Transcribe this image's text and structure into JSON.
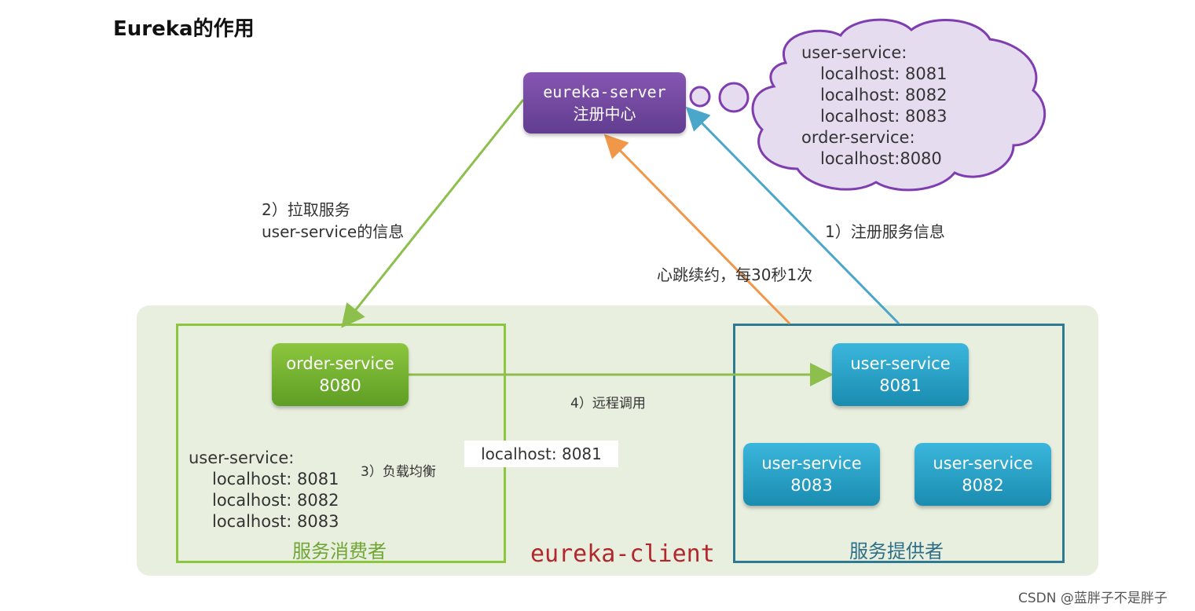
{
  "title": "Eureka的作用",
  "server": {
    "line1": "eureka-server",
    "line2": "注册中心"
  },
  "registry": {
    "lines": [
      "user-service:",
      "localhost: 8081",
      "localhost: 8082",
      "localhost: 8083",
      "order-service:",
      "localhost:8080"
    ]
  },
  "steps": {
    "pull_line1": "2）拉取服务",
    "pull_line2": "user-service的信息",
    "register": "1）注册服务信息",
    "heartbeat": "心跳续约，每30秒1次",
    "remote_call": "4）远程调用",
    "load_balance": "3）负载均衡"
  },
  "consumer": {
    "node_name": "order-service",
    "node_port": "8080",
    "list": [
      "user-service:",
      "localhost: 8081",
      "localhost: 8082",
      "localhost: 8083"
    ],
    "caption": "服务消费者",
    "chosen": "localhost: 8081"
  },
  "provider": {
    "nodes": [
      {
        "name": "user-service",
        "port": "8081"
      },
      {
        "name": "user-service",
        "port": "8083"
      },
      {
        "name": "user-service",
        "port": "8082"
      }
    ],
    "caption": "服务提供者"
  },
  "client_label": "eureka-client",
  "watermark": "CSDN @蓝胖子不是胖子",
  "colors": {
    "server": "#7a4fa8",
    "consumer": "#8cc63f",
    "provider": "#1f9bc3",
    "pull_arrow": "#8dbf4d",
    "register_arrow": "#4aa7c9",
    "heartbeat_arrow": "#f0974a",
    "client_text": "#b2272b"
  }
}
